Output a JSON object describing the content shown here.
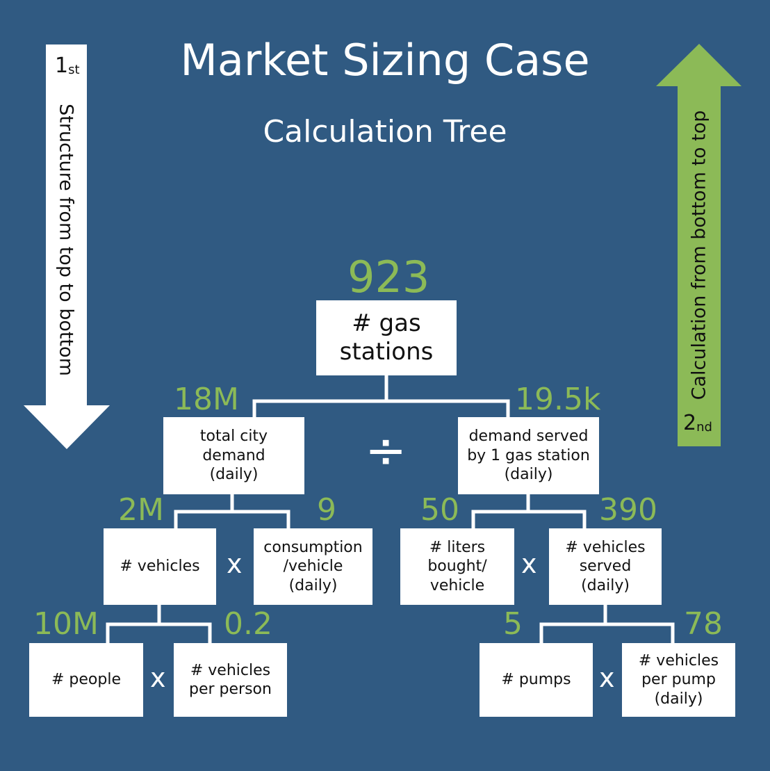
{
  "title": "Market Sizing Case",
  "subtitle": "Calculation Tree",
  "colors": {
    "background": "#305a82",
    "accent": "#8cba57",
    "box": "#ffffff",
    "text_dark": "#111111"
  },
  "left_arrow": {
    "ordinal": "1",
    "ordinal_suffix": "st",
    "label": "Structure from top to bottom",
    "color": "#ffffff",
    "direction": "down"
  },
  "right_arrow": {
    "ordinal": "2",
    "ordinal_suffix": "nd",
    "label": "Calculation from bottom to top",
    "color": "#8cba57",
    "direction": "up"
  },
  "nodes": {
    "root": {
      "label": "# gas\nstations",
      "value": "923"
    },
    "city_demand": {
      "label": "total city\ndemand\n(daily)",
      "value": "18M"
    },
    "served": {
      "label": "demand served\nby 1 gas station\n(daily)",
      "value": "19.5k"
    },
    "vehicles": {
      "label": "# vehicles",
      "value": "2M"
    },
    "consumption": {
      "label": "consumption\n/vehicle\n(daily)",
      "value": "9"
    },
    "liters": {
      "label": "# liters\nbought/\nvehicle",
      "value": "50"
    },
    "veh_served": {
      "label": "# vehicles\nserved\n(daily)",
      "value": "390"
    },
    "people": {
      "label": "# people",
      "value": "10M"
    },
    "veh_person": {
      "label": "# vehicles\nper person",
      "value": "0.2"
    },
    "pumps": {
      "label": "# pumps",
      "value": "5"
    },
    "veh_pump": {
      "label": "# vehicles\nper pump\n(daily)",
      "value": "78"
    }
  },
  "operators": {
    "divide": "÷",
    "multiply": "x"
  }
}
